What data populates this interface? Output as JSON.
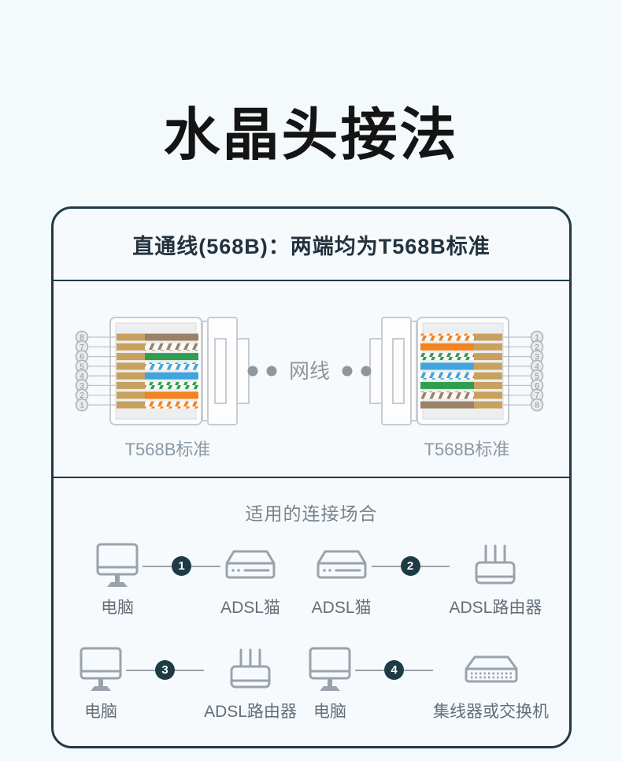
{
  "title": "水晶头接法",
  "card": {
    "header": "直通线(568B)：两端均为T568B标准",
    "cable_label": "网线",
    "left_connector_label": "T568B标准",
    "right_connector_label": "T568B标准",
    "pins_left_top_to_bottom": [
      "8",
      "7",
      "6",
      "5",
      "4",
      "3",
      "2",
      "1"
    ],
    "pins_right_top_to_bottom": [
      "1",
      "2",
      "3",
      "4",
      "5",
      "6",
      "7",
      "8"
    ],
    "wire_colors_pin1_to_pin8": [
      "white-orange",
      "orange",
      "white-green",
      "blue",
      "white-blue",
      "green",
      "white-brown",
      "brown"
    ]
  },
  "scenarios": {
    "title": "适用的连接场合",
    "items": [
      {
        "num": "1",
        "from": {
          "label": "电脑",
          "icon": "computer"
        },
        "to": {
          "label": "ADSL猫",
          "icon": "modem"
        }
      },
      {
        "num": "2",
        "from": {
          "label": "ADSL猫",
          "icon": "modem"
        },
        "to": {
          "label": "ADSL路由器",
          "icon": "router"
        }
      },
      {
        "num": "3",
        "from": {
          "label": "电脑",
          "icon": "computer"
        },
        "to": {
          "label": "ADSL路由器",
          "icon": "router"
        }
      },
      {
        "num": "4",
        "from": {
          "label": "电脑",
          "icon": "computer"
        },
        "to": {
          "label": "集线器或交换机",
          "icon": "switch"
        }
      }
    ]
  },
  "colors": {
    "background": "#f4f9fc",
    "card_border": "#1e3a46",
    "accent_dark": "#1e3a46",
    "muted_text": "#8b98a3",
    "label_text": "#636e78",
    "wire_gold": "#c8a15e",
    "wire_brown": "#9a8168",
    "wire_orange": "#f58220",
    "wire_green": "#2f9e50",
    "wire_blue": "#3fa5dc"
  }
}
